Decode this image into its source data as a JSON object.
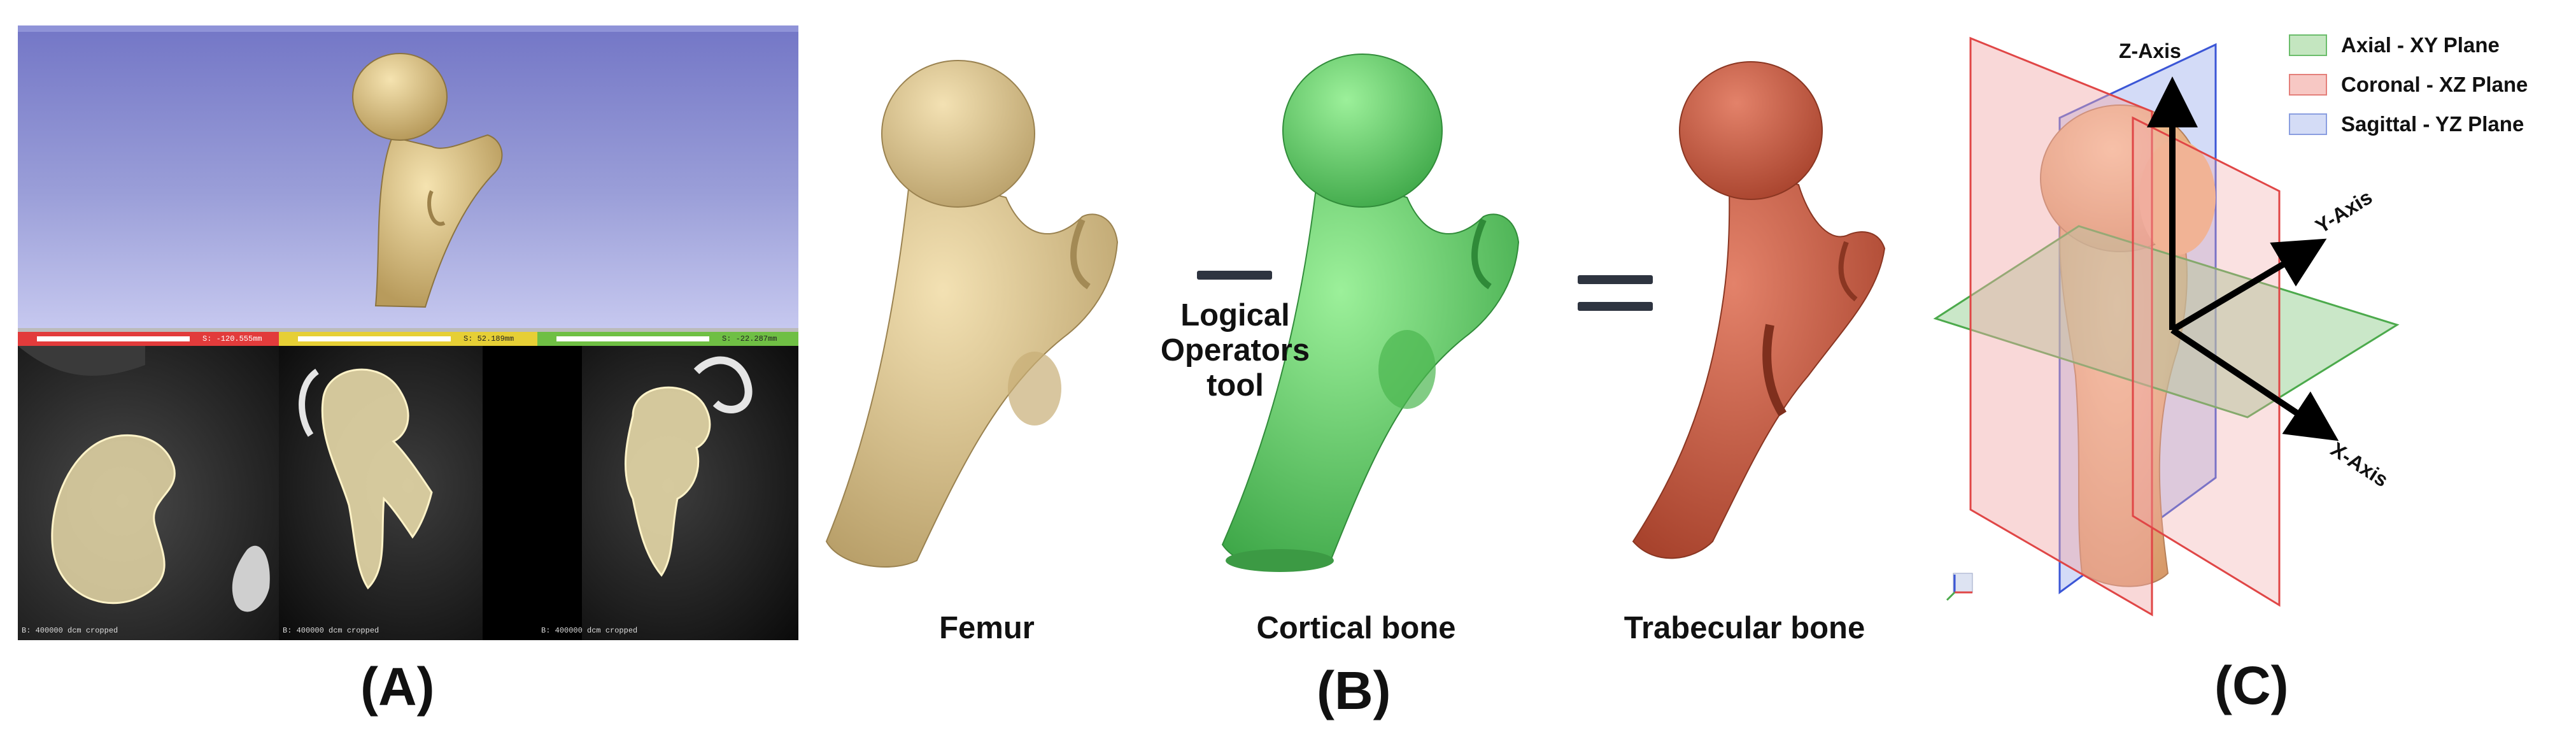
{
  "panels": {
    "a": {
      "letter": "(A)",
      "views": [
        {
          "id": "R",
          "color": "#e23b3b",
          "offset": "S: -120.555mm",
          "footer": "B: 400000 dcm cropped"
        },
        {
          "id": "Y",
          "color": "#e6cf35",
          "offset": "S: 52.189mm",
          "footer": "B: 400000 dcm cropped"
        },
        {
          "id": "G",
          "color": "#6fbf44",
          "offset": "S: -22.287mm",
          "footer": "B: 400000 dcm cropped"
        }
      ]
    },
    "b": {
      "letter": "(B)",
      "bones": [
        {
          "name": "Femur",
          "color": "#dcc58e"
        },
        {
          "name": "Cortical bone",
          "color": "#6fcf6d"
        },
        {
          "name": "Trabecular bone",
          "color": "#c65a3e"
        }
      ],
      "operator_lines": [
        "Logical",
        "Operators",
        "tool"
      ]
    },
    "c": {
      "letter": "(C)",
      "legend": [
        {
          "label": "Axial - XY Plane",
          "color": "#9fd39a"
        },
        {
          "label": "Coronal - XZ Plane",
          "color": "#f2a8a8"
        },
        {
          "label": "Sagittal - YZ Plane",
          "color": "#aebef0"
        }
      ],
      "axes": {
        "z": "Z-Axis",
        "y": "Y-Axis",
        "x": "X-Axis"
      }
    }
  }
}
